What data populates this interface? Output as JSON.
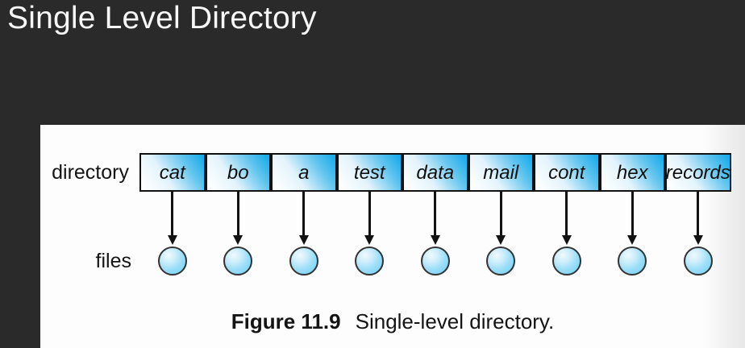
{
  "slide": {
    "title": "Single Level Directory"
  },
  "figure": {
    "directory_label": "directory",
    "files_label": "files",
    "entries": [
      "cat",
      "bo",
      "a",
      "test",
      "data",
      "mail",
      "cont",
      "hex",
      "records"
    ],
    "caption": {
      "label": "Figure 11.9",
      "text": "Single-level directory."
    }
  },
  "colors": {
    "slide_background": "#2a2a2a",
    "title_text": "#f7f7f7",
    "panel_background": "#fdfdfd",
    "entry_box_cyan": "#1badea",
    "file_node_blue": "#8ed7f6",
    "ink": "#121212"
  }
}
